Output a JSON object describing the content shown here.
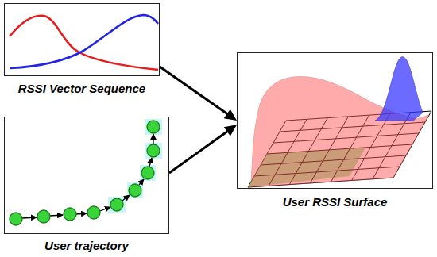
{
  "diagram": {
    "nodes": [
      {
        "text": [
          "RSSI Vector Sequence"
        ]
      },
      {
        "text": [
          "User trajectory"
        ]
      },
      {
        "text": [
          "User RSSI Surface"
        ]
      }
    ],
    "edges": [
      {
        "from": 0,
        "to": 2,
        "arrow": "to"
      },
      {
        "from": 1,
        "to": 2,
        "arrow": "to"
      }
    ]
  }
}
